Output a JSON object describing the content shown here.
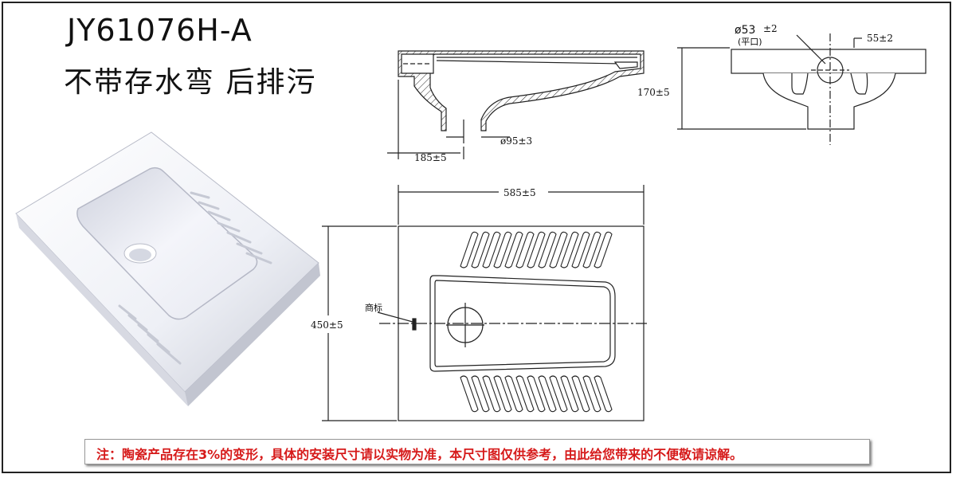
{
  "product": {
    "model": "JY61076H-A",
    "subtitle": "不带存水弯 后排污"
  },
  "dimensions": {
    "outlet_diameter_label": "ø53",
    "outlet_diameter_tol": "±2",
    "outlet_flat_note": "(平口)",
    "outlet_offset": "55±2",
    "height": "170±5",
    "rear_distance": "185±5",
    "drain_diameter": "ø95±3",
    "length": "585±5",
    "width": "450±5",
    "logo_mark": "商标"
  },
  "notice": "注：陶瓷产品存在3%的变形，具体的安装尺寸请以实物为准，本尺寸图仅供参考，由此给您带来的不便敬请谅解。",
  "colors": {
    "notice_text": "#d61a1a",
    "line": "#222222"
  }
}
